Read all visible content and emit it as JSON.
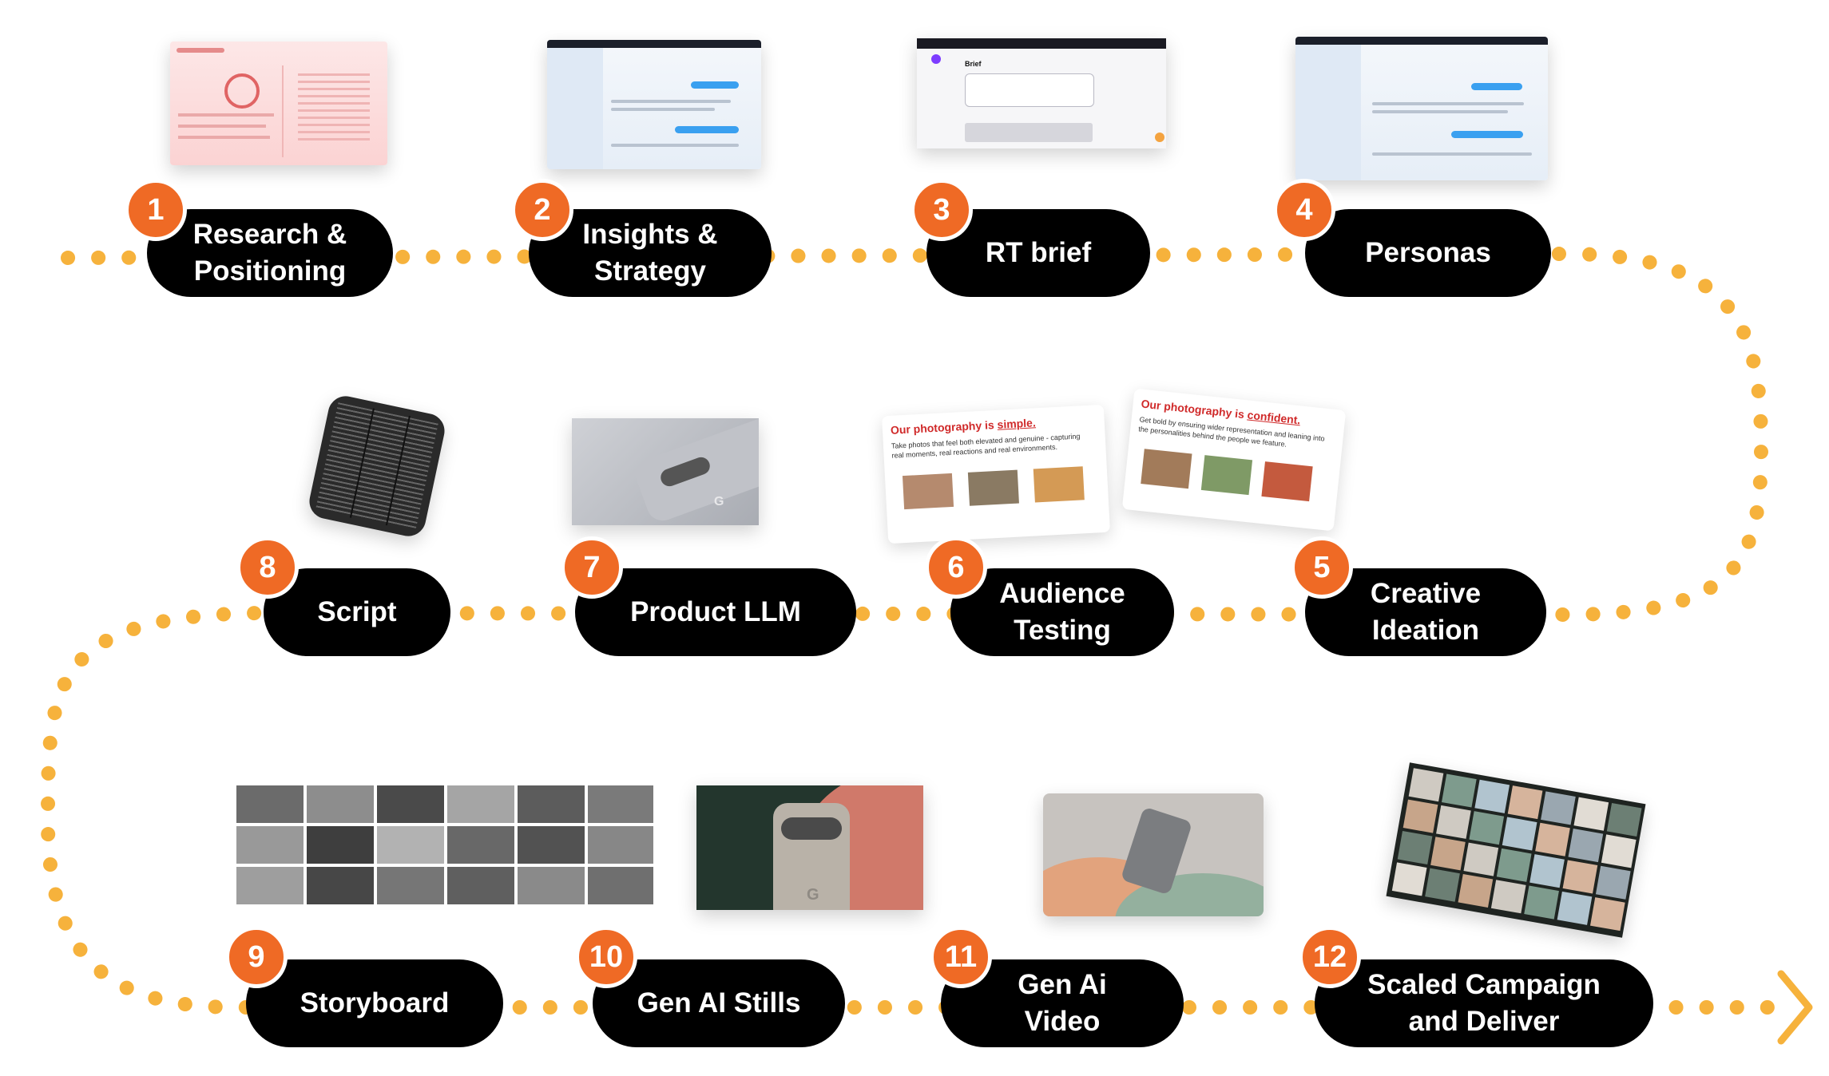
{
  "colors": {
    "path": "#f6b23c",
    "badge": "#ef6a25",
    "pill": "#000000",
    "pill_text": "#ffffff"
  },
  "steps": [
    {
      "number": "1",
      "label": "Research &\nPositioning"
    },
    {
      "number": "2",
      "label": "Insights &\nStrategy"
    },
    {
      "number": "3",
      "label": "RT brief"
    },
    {
      "number": "4",
      "label": "Personas"
    },
    {
      "number": "5",
      "label": "Creative\nIdeation"
    },
    {
      "number": "6",
      "label": "Audience\nTesting"
    },
    {
      "number": "7",
      "label": "Product LLM"
    },
    {
      "number": "8",
      "label": "Script"
    },
    {
      "number": "9",
      "label": "Storyboard"
    },
    {
      "number": "10",
      "label": "Gen AI Stills"
    },
    {
      "number": "11",
      "label": "Gen Ai\nVideo"
    },
    {
      "number": "12",
      "label": "Scaled Campaign\nand Deliver"
    }
  ],
  "thumbnails": {
    "brief_title": "Brief",
    "slide_left": {
      "title_prefix": "Our photography is ",
      "title_highlight": "simple.",
      "subtitle": "Take photos that feel both elevated and genuine - capturing real moments, real reactions and real environments."
    },
    "slide_right": {
      "title_prefix": "Our photography is ",
      "title_highlight": "confident.",
      "subtitle": "Get bold by ensuring wider representation and leaning into the personalities behind the people we feature."
    }
  }
}
